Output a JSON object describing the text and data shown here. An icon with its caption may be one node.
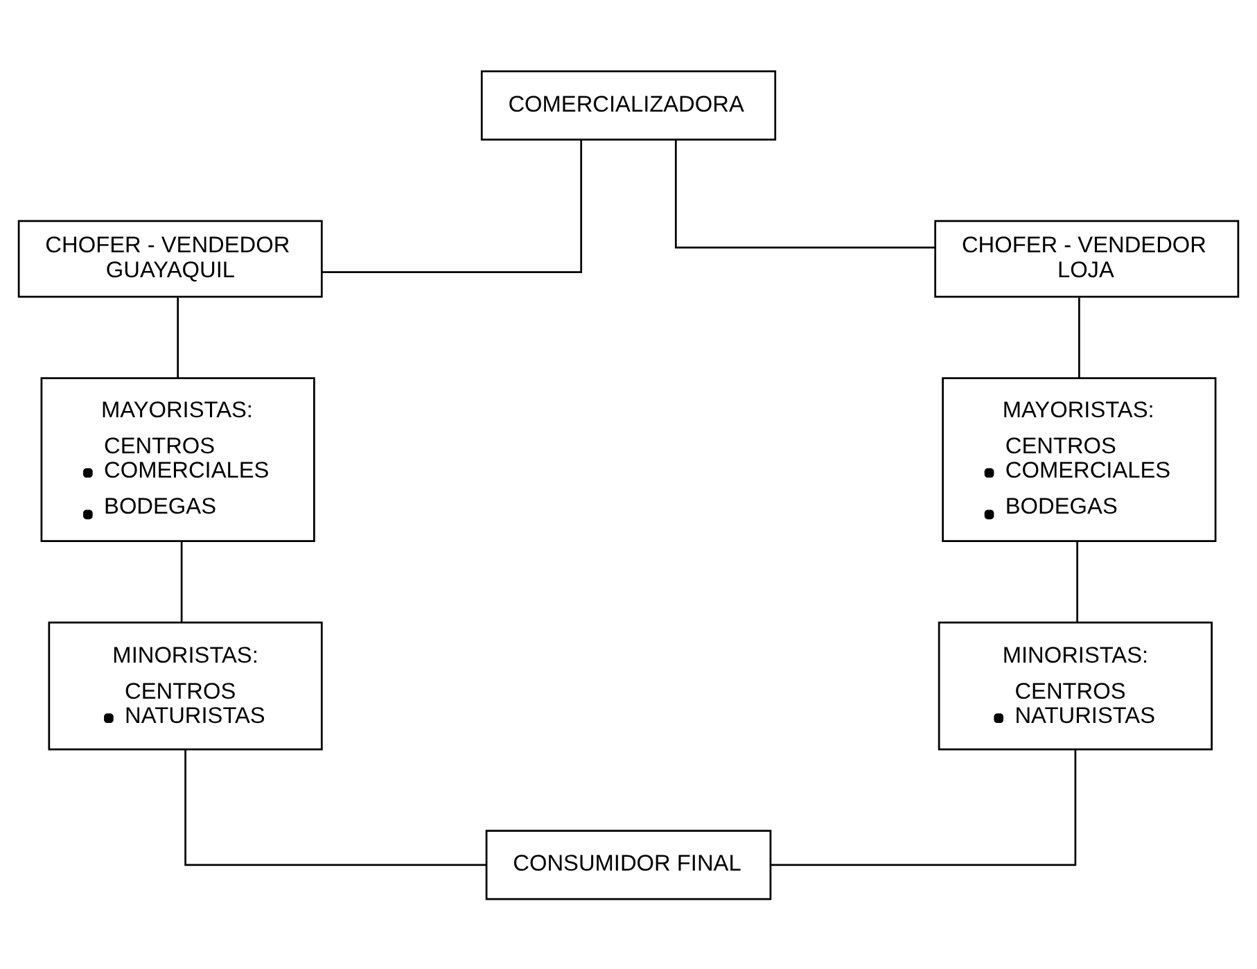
{
  "diagram": {
    "nodes": [
      {
        "text": [
          "COMERCIALIZADORA"
        ]
      },
      {
        "text": [
          "CHOFER - VENDEDOR GUAYAQUIL"
        ]
      },
      {
        "text": [
          "CHOFER - VENDEDOR LOJA"
        ]
      },
      {
        "text": [
          "MAYORISTAS:",
          "CENTROS COMERCIALES",
          "BODEGAS"
        ]
      },
      {
        "text": [
          "MAYORISTAS:",
          "CENTROS COMERCIALES",
          "BODEGAS"
        ]
      },
      {
        "text": [
          "MINORISTAS:",
          "CENTROS NATURISTAS"
        ]
      },
      {
        "text": [
          "MINORISTAS:",
          "CENTROS NATURISTAS"
        ]
      },
      {
        "text": [
          "CONSUMIDOR FINAL"
        ]
      }
    ],
    "edges": [
      {
        "from": 0,
        "to": 1,
        "arrow": "none"
      },
      {
        "from": 0,
        "to": 2,
        "arrow": "none"
      },
      {
        "from": 1,
        "to": 3,
        "arrow": "none"
      },
      {
        "from": 2,
        "to": 4,
        "arrow": "none"
      },
      {
        "from": 3,
        "to": 5,
        "arrow": "none"
      },
      {
        "from": 4,
        "to": 6,
        "arrow": "none"
      },
      {
        "from": 5,
        "to": 7,
        "arrow": "none"
      },
      {
        "from": 6,
        "to": 7,
        "arrow": "none"
      }
    ]
  }
}
